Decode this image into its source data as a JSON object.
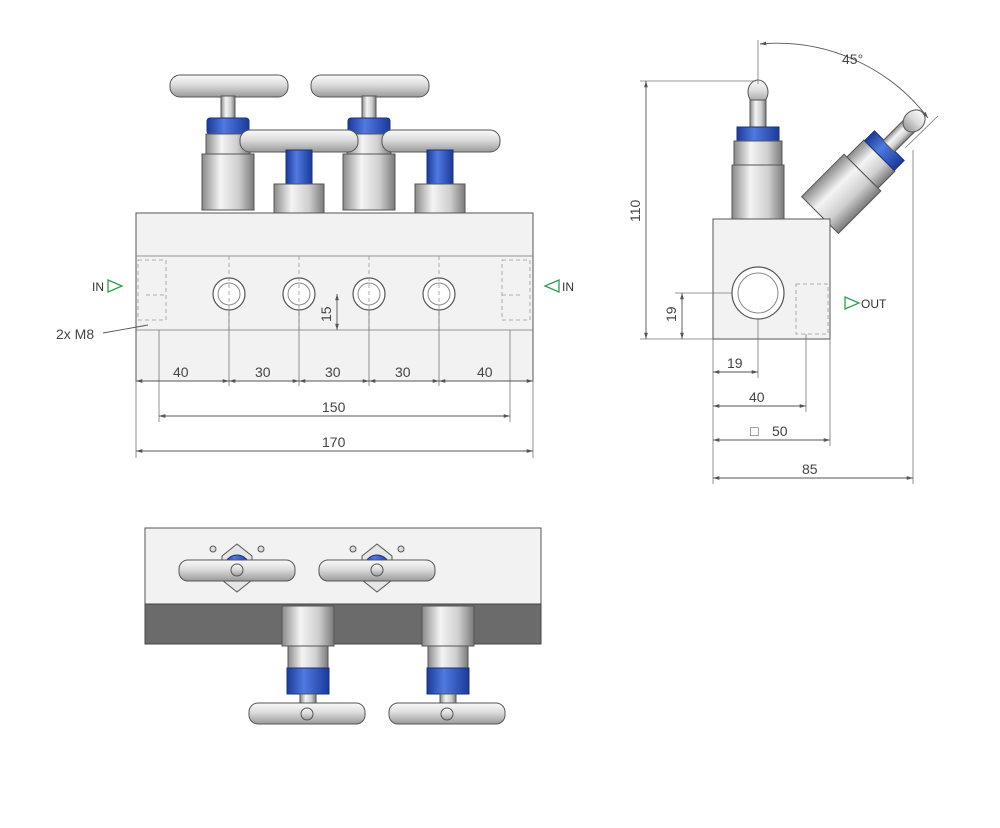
{
  "front_view": {
    "label_in_left": "IN",
    "label_in_right": "IN",
    "label_thread": "2x M8",
    "dim_segments": [
      "40",
      "30",
      "30",
      "30",
      "40"
    ],
    "dim_150": "150",
    "dim_170": "170",
    "dim_15": "15"
  },
  "side_view": {
    "angle": "45°",
    "dim_110": "110",
    "dim_19_vert": "19",
    "dim_19_horiz": "19",
    "dim_40": "40",
    "dim_50": "50",
    "dim_85": "85",
    "square_symbol": "□",
    "label_out": "OUT"
  },
  "colors": {
    "accent_blue": "#2a55c8",
    "arrow_green": "#2e9e50",
    "body_fill": "#f2f2f2",
    "bottom_shade": "#6b6b6b"
  }
}
